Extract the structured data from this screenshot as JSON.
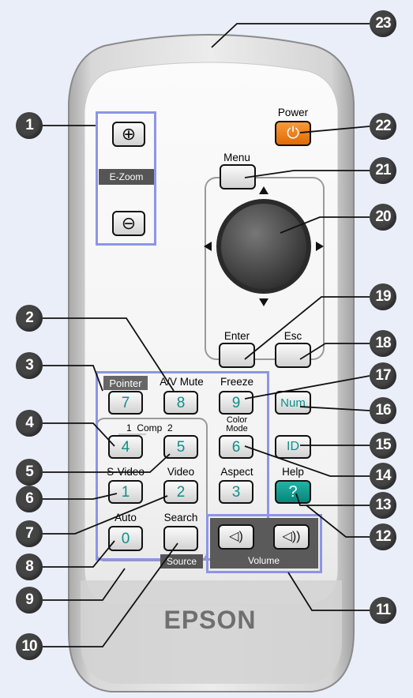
{
  "labels": {
    "power": "Power",
    "menu": "Menu",
    "e_zoom": "E-Zoom",
    "enter": "Enter",
    "esc": "Esc",
    "pointer": "Pointer",
    "av_mute": "A/V Mute",
    "freeze": "Freeze",
    "comp": "1  Comp  2",
    "color_mode": "Color\nMode",
    "s_video": "S-Video",
    "video": "Video",
    "aspect": "Aspect",
    "help": "Help",
    "auto": "Auto",
    "search": "Search",
    "source": "Source",
    "volume": "Volume",
    "brand": "EPSON"
  },
  "keys": {
    "zoom_in": "⊕",
    "zoom_out": "⊖",
    "power_icon": "⏻",
    "k7": "7",
    "k8": "8",
    "k9": "9",
    "num": "Num",
    "k4": "4",
    "k5": "5",
    "k6": "6",
    "id": "ID",
    "k1": "1",
    "k2": "2",
    "k3": "3",
    "help_key": "?",
    "k0": "0",
    "vol_down": "◁)",
    "vol_up": "◁))"
  },
  "callouts": [
    "1",
    "2",
    "3",
    "4",
    "5",
    "6",
    "7",
    "8",
    "9",
    "10",
    "11",
    "12",
    "13",
    "14",
    "15",
    "16",
    "17",
    "18",
    "19",
    "20",
    "21",
    "22",
    "23"
  ],
  "colors": {
    "remote_body": "#dcdcdc",
    "highlight_frame": "#8d95e6",
    "power_key": "#f07d16",
    "help_key": "#0e9c90",
    "key_text": "#0e8f8a",
    "callout": "#444444"
  }
}
